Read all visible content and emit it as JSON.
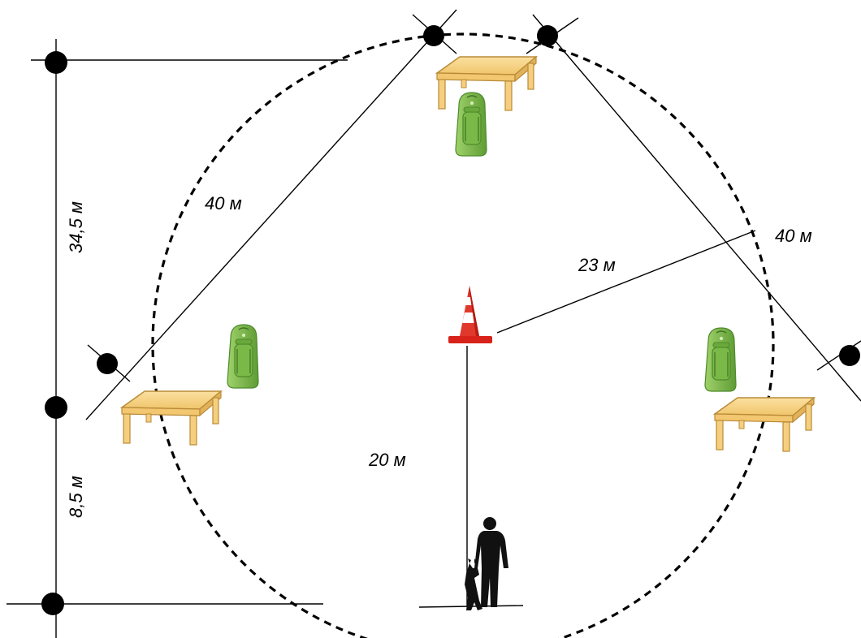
{
  "labels": {
    "left_vertical_top": "34,5 м",
    "left_vertical_bottom": "8,5 м",
    "diag_left": "40 м",
    "diag_right": "40 м",
    "radius": "23 м",
    "handler_to_cone": "20 м"
  },
  "colors": {
    "table_top": "#f6cf7e",
    "table_edge": "#b98b38",
    "backpack": "#7fb84a",
    "cone_red": "#e02a1f"
  },
  "objects": {
    "tables": 3,
    "backpacks": 3,
    "cones": 1,
    "persons": 1,
    "dogs": 1
  }
}
